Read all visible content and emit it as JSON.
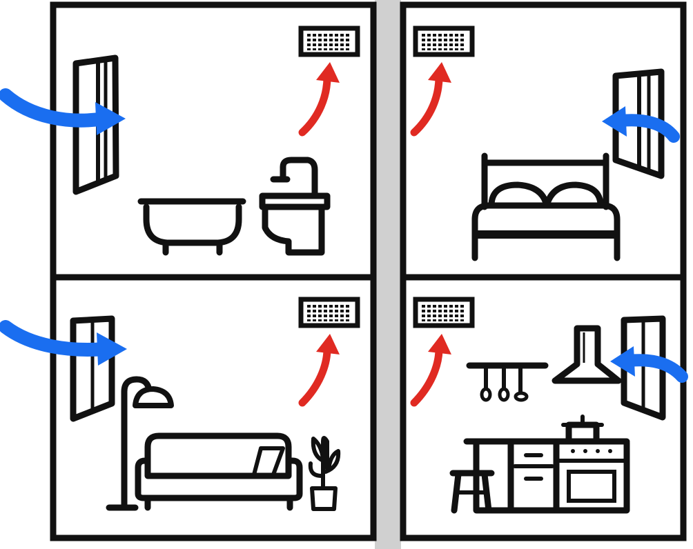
{
  "colors": {
    "background": "#ffffff",
    "outline": "#111111",
    "divider": "#d0d0d0",
    "supply_air": "#1a6ef0",
    "extract_air": "#e02a22"
  },
  "rooms": [
    {
      "id": "bathroom",
      "fixtures": [
        "window",
        "bathtub",
        "toilet-sink"
      ],
      "airflow": [
        "supply-arrow-in",
        "extract-arrow-up"
      ]
    },
    {
      "id": "bedroom",
      "fixtures": [
        "window",
        "bed"
      ],
      "airflow": [
        "supply-arrow-in",
        "extract-arrow-up"
      ]
    },
    {
      "id": "living-room",
      "fixtures": [
        "window",
        "floor-lamp",
        "sofa",
        "plant"
      ],
      "airflow": [
        "supply-arrow-in",
        "extract-arrow-up"
      ]
    },
    {
      "id": "kitchen",
      "fixtures": [
        "window",
        "range-hood",
        "utensil-rail",
        "kitchen-units",
        "stool"
      ],
      "airflow": [
        "supply-arrow-in",
        "extract-arrow-up"
      ]
    }
  ],
  "icons": [
    "window-icon",
    "vent-grille-icon",
    "bathtub-icon",
    "toilet-sink-icon",
    "bed-icon",
    "floor-lamp-icon",
    "sofa-icon",
    "plant-icon",
    "range-hood-icon",
    "utensil-rail-icon",
    "kitchen-units-icon",
    "stool-icon"
  ]
}
